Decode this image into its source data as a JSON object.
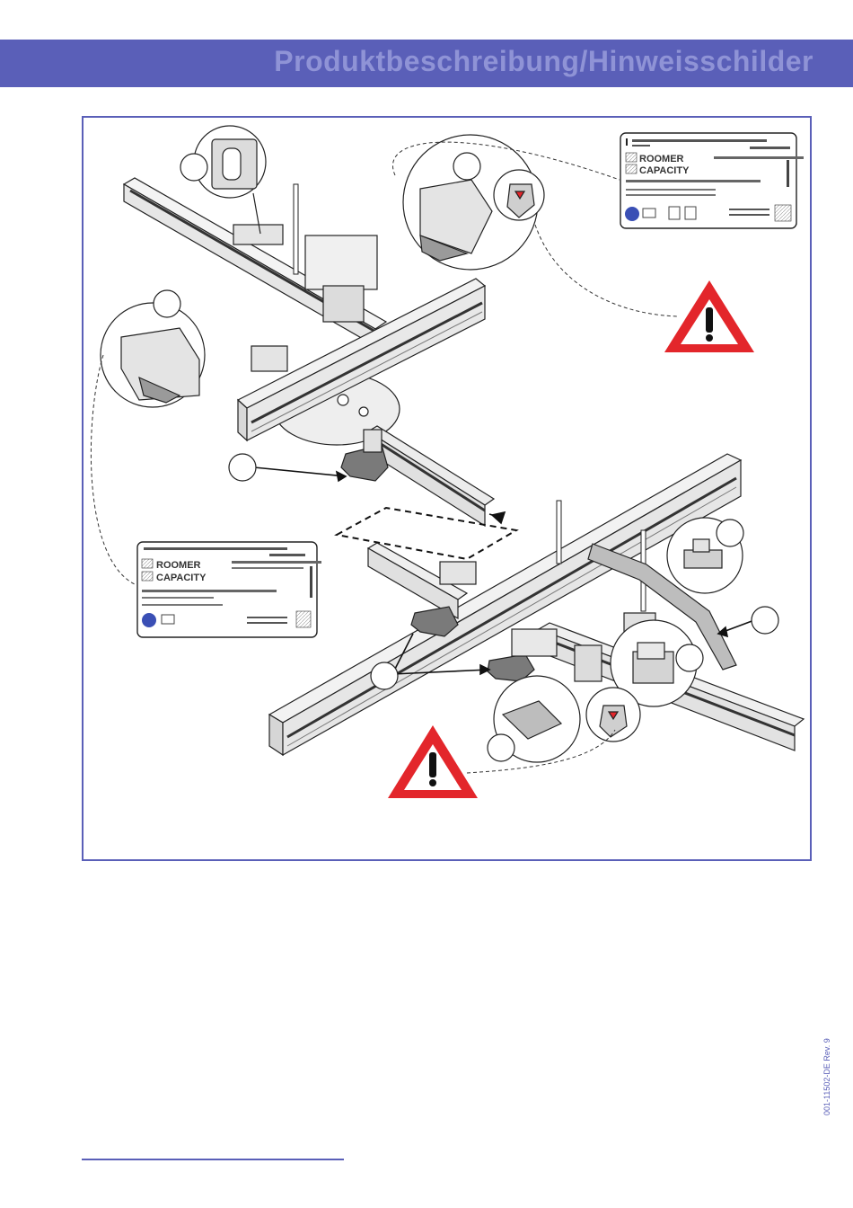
{
  "header": {
    "title": "Produktbeschreibung/Hinweisschilder",
    "bar_color": "#5a5fb8",
    "title_color": "#8f93d6"
  },
  "figure": {
    "frame_color": "#5a5fb8",
    "warning_icons": [
      "warning-triangle-icon",
      "warning-triangle-icon"
    ],
    "warning_color": "#e3262b",
    "label_top": {
      "line1": "ROOMER",
      "line2": "CAPACITY"
    },
    "label_left": {
      "line1": "ROOMER",
      "line2": "CAPACITY"
    }
  },
  "footer": {
    "document_id": "001-11502-DE Rev. 9"
  }
}
